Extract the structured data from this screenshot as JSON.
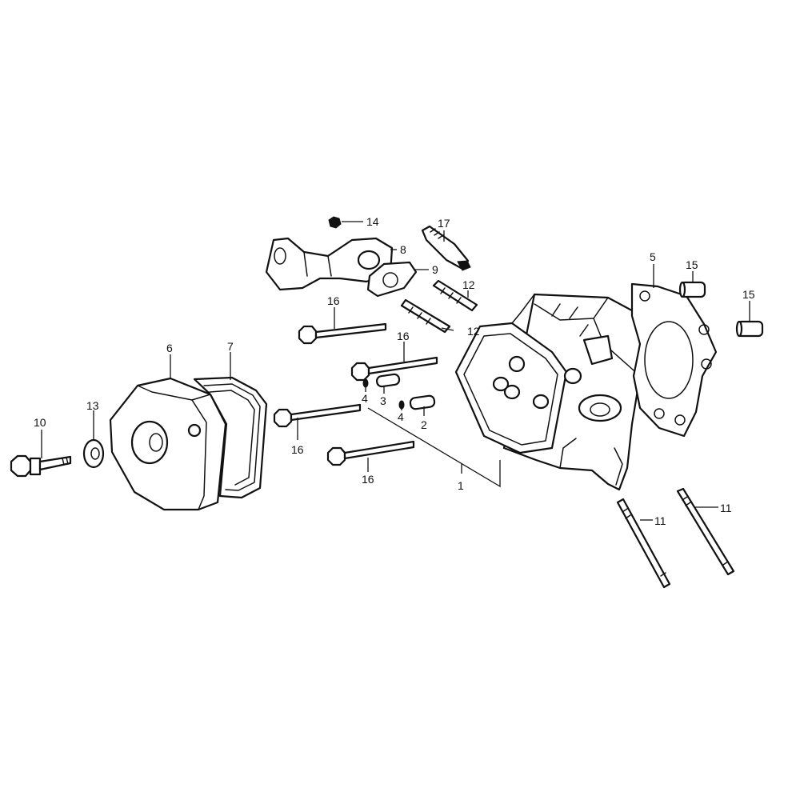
{
  "callouts": {
    "c1": "1",
    "c2": "2",
    "c3": "3",
    "c4a": "4",
    "c4b": "4",
    "c5": "5",
    "c6": "6",
    "c7": "7",
    "c8": "8",
    "c9": "9",
    "c10": "10",
    "c11a": "11",
    "c11b": "11",
    "c12a": "12",
    "c12b": "12",
    "c13": "13",
    "c14": "14",
    "c15a": "15",
    "c15b": "15",
    "c16a": "16",
    "c16b": "16",
    "c16c": "16",
    "c16d": "16",
    "c17": "17"
  }
}
